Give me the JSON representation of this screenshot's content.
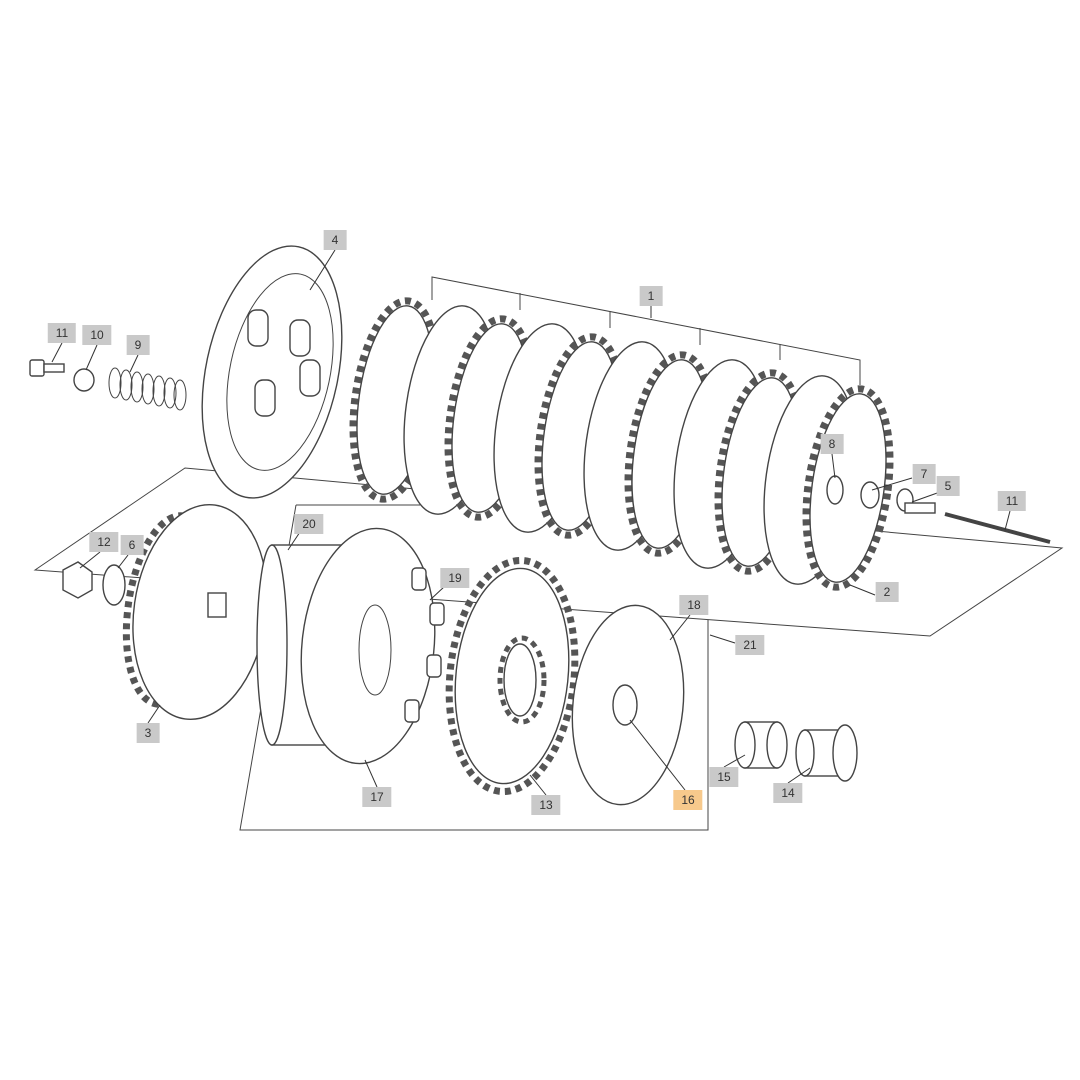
{
  "diagram": {
    "highlight_color": "#f7c98c",
    "label_color": "#c9c9c9",
    "labels": [
      {
        "text": "4",
        "highlighted": false
      },
      {
        "text": "1",
        "highlighted": false
      },
      {
        "text": "11",
        "highlighted": false
      },
      {
        "text": "10",
        "highlighted": false
      },
      {
        "text": "9",
        "highlighted": false
      },
      {
        "text": "8",
        "highlighted": false
      },
      {
        "text": "7",
        "highlighted": false
      },
      {
        "text": "5",
        "highlighted": false
      },
      {
        "text": "11",
        "highlighted": false
      },
      {
        "text": "20",
        "highlighted": false
      },
      {
        "text": "12",
        "highlighted": false
      },
      {
        "text": "6",
        "highlighted": false
      },
      {
        "text": "19",
        "highlighted": false
      },
      {
        "text": "2",
        "highlighted": false
      },
      {
        "text": "18",
        "highlighted": false
      },
      {
        "text": "21",
        "highlighted": false
      },
      {
        "text": "3",
        "highlighted": false
      },
      {
        "text": "15",
        "highlighted": false
      },
      {
        "text": "14",
        "highlighted": false
      },
      {
        "text": "17",
        "highlighted": false
      },
      {
        "text": "13",
        "highlighted": false
      },
      {
        "text": "16",
        "highlighted": true
      }
    ]
  }
}
